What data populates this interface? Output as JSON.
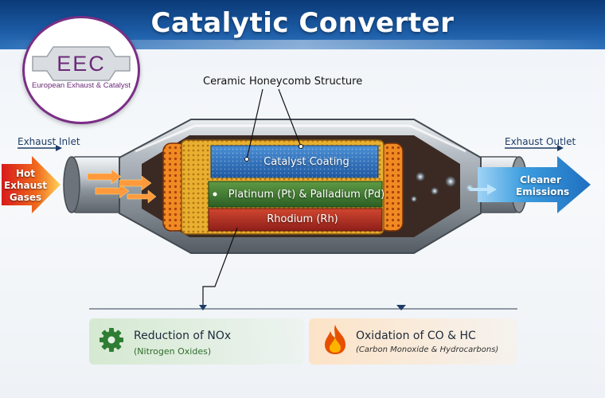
{
  "title": "Catalytic Converter",
  "logo": {
    "mark": "EEC",
    "name": "European Exhaust & Catalyst"
  },
  "labels": {
    "exhaust_inlet": "Exhaust Inlet",
    "exhaust_outlet": "Exhaust Outlet",
    "honeycomb": "Ceramic Honeycomb Structure",
    "hot_gases": [
      "Hot",
      "Exhaust",
      "Gases"
    ],
    "clean_emissions": [
      "Cleaner",
      "Emissions"
    ]
  },
  "layers": {
    "catalyst_coating": "Catalyst Coating",
    "platinum_palladium": "Platinum (Pt) & Palladium (Pd)",
    "rhodium": "Rhodium (Rh)"
  },
  "reactions": [
    {
      "title": "Reduction of NOx",
      "subtitle": "(Nitrogen Oxides)",
      "icon": "gear-icon",
      "color": "#2f7d32"
    },
    {
      "title": "Oxidation of CO & HC",
      "subtitle": "(Carbon Monoxide & Hydrocarbons)",
      "icon": "flame-icon",
      "color": "#e65100"
    }
  ],
  "colors": {
    "header": "#1b5aa3",
    "coating": "#2c6db8",
    "platinum": "#3c7a3a",
    "rhodium": "#b8322a",
    "honeycomb": "#e6a92c",
    "hot_gas": "#e2441f",
    "clean_flow": "#2f8fd6"
  }
}
